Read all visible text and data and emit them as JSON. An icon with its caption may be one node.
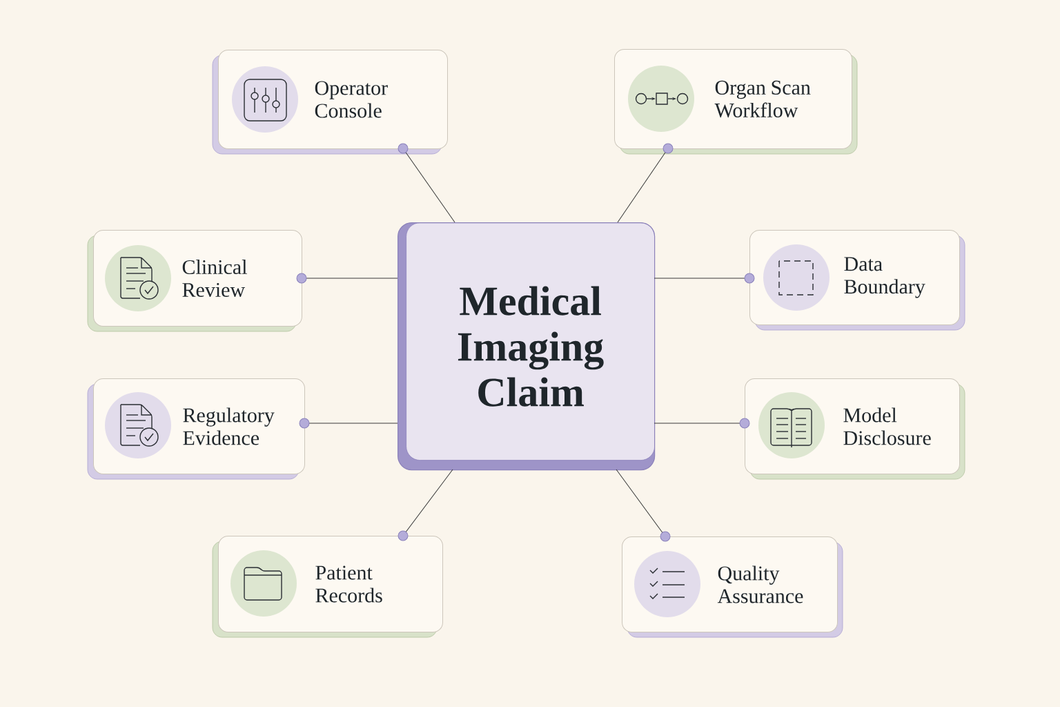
{
  "diagram": {
    "nodes": [
      {
        "text": [
          "Operator Console"
        ]
      },
      {
        "text": [
          "Organ Scan Workflow"
        ]
      },
      {
        "text": [
          "Clinical Review"
        ]
      },
      {
        "text": [
          "Medical Imaging Claim"
        ]
      },
      {
        "text": [
          "Data Boundary"
        ]
      },
      {
        "text": [
          "Regulatory Evidence"
        ]
      },
      {
        "text": [
          "Model Disclosure"
        ]
      },
      {
        "text": [
          "Patient Records"
        ]
      },
      {
        "text": [
          "Quality Assurance"
        ]
      }
    ],
    "edges": [
      {
        "from": 3,
        "to": 0,
        "arrow": "other"
      },
      {
        "from": 3,
        "to": 1,
        "arrow": "other"
      },
      {
        "from": 3,
        "to": 2,
        "arrow": "other"
      },
      {
        "from": 3,
        "to": 4,
        "arrow": "other"
      },
      {
        "from": 3,
        "to": 5,
        "arrow": "other"
      },
      {
        "from": 3,
        "to": 6,
        "arrow": "other"
      },
      {
        "from": 3,
        "to": 7,
        "arrow": "other"
      },
      {
        "from": 3,
        "to": 8,
        "arrow": "other"
      }
    ]
  }
}
